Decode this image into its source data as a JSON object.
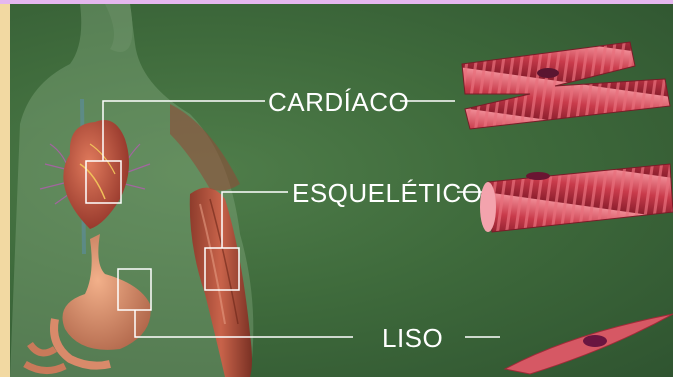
{
  "labels": {
    "cardiac": "CARDÍACO",
    "skeletal": "ESQUELÉTICO",
    "smooth": "LISO"
  },
  "colors": {
    "background": "#3f6b3c",
    "muscle": "#c94450",
    "label_text": "#ffffff",
    "leader_lines": "#ffffff"
  }
}
